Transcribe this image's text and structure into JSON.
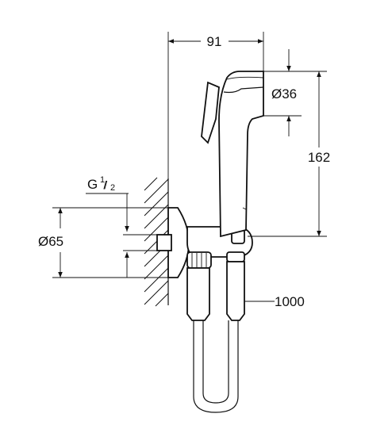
{
  "dimensions": {
    "width_label": "91",
    "head_diameter_label": "Ø36",
    "height_label": "162",
    "thread_label_main": "G",
    "thread_numerator": "1",
    "thread_denominator": "2",
    "flange_diameter_label": "Ø65",
    "hose_length_label": "1000"
  }
}
